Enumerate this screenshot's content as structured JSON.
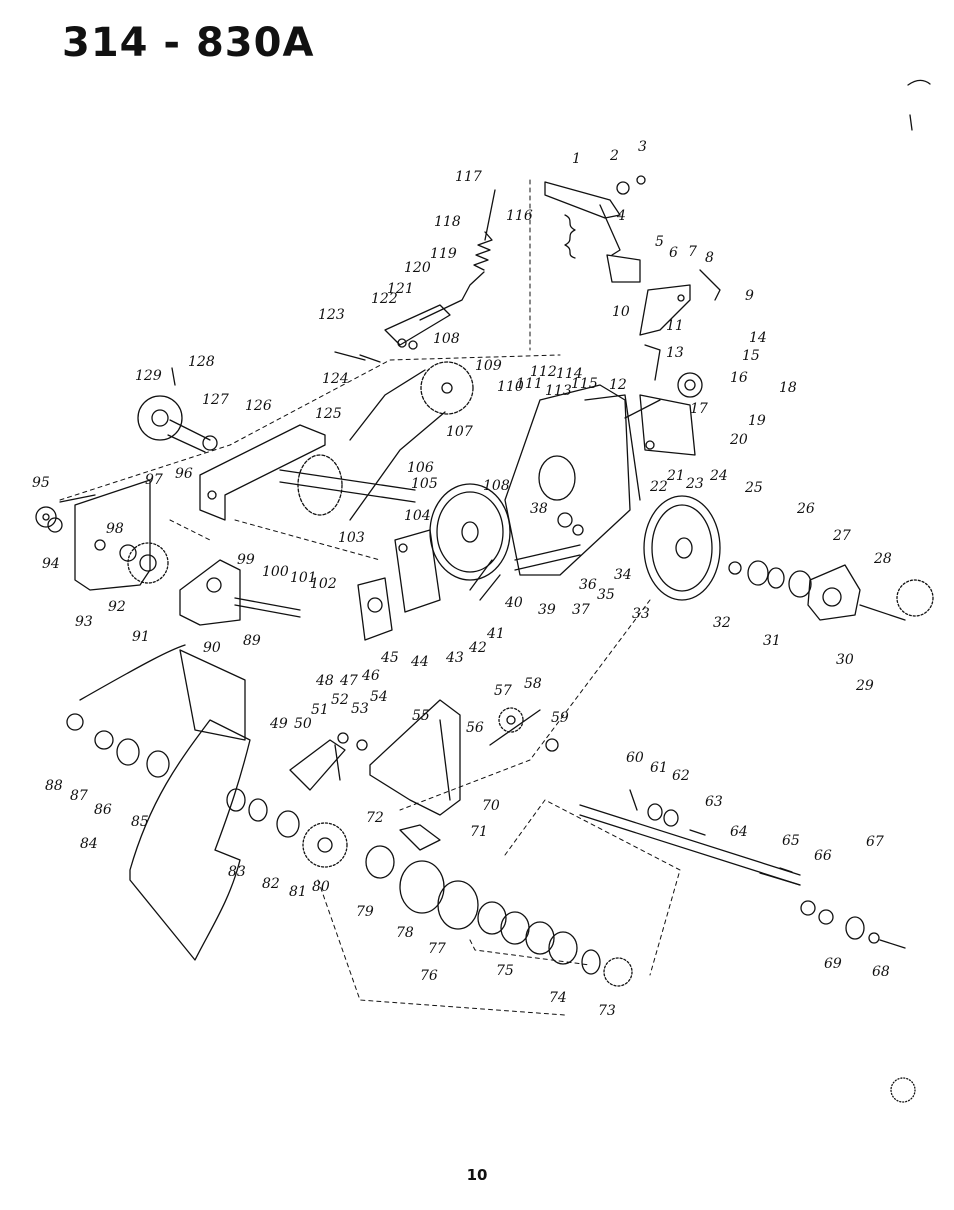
{
  "title": "314 - 830A",
  "page_number": "10",
  "callouts": [
    "1",
    "2",
    "3",
    "4",
    "5",
    "6",
    "7",
    "8",
    "9",
    "10",
    "11",
    "12",
    "13",
    "14",
    "15",
    "16",
    "17",
    "18",
    "19",
    "20",
    "21",
    "22",
    "23",
    "24",
    "25",
    "26",
    "27",
    "28",
    "29",
    "30",
    "31",
    "32",
    "33",
    "34",
    "35",
    "36",
    "37",
    "38",
    "39",
    "40",
    "41",
    "42",
    "43",
    "44",
    "45",
    "46",
    "47",
    "48",
    "49",
    "50",
    "51",
    "52",
    "53",
    "54",
    "55",
    "56",
    "57",
    "58",
    "59",
    "60",
    "61",
    "62",
    "63",
    "64",
    "65",
    "66",
    "67",
    "68",
    "69",
    "70",
    "71",
    "72",
    "73",
    "74",
    "75",
    "76",
    "77",
    "78",
    "79",
    "80",
    "81",
    "82",
    "83",
    "84",
    "85",
    "86",
    "87",
    "88",
    "89",
    "90",
    "91",
    "92",
    "93",
    "94",
    "95",
    "96",
    "97",
    "98",
    "99",
    "100",
    "101",
    "102",
    "103",
    "104",
    "105",
    "106",
    "107",
    "108",
    "108",
    "109",
    "110",
    "111",
    "112",
    "113",
    "114",
    "115",
    "116",
    "117",
    "118",
    "119",
    "120",
    "121",
    "122",
    "123",
    "124",
    "125",
    "126",
    "127",
    "128",
    "129"
  ]
}
